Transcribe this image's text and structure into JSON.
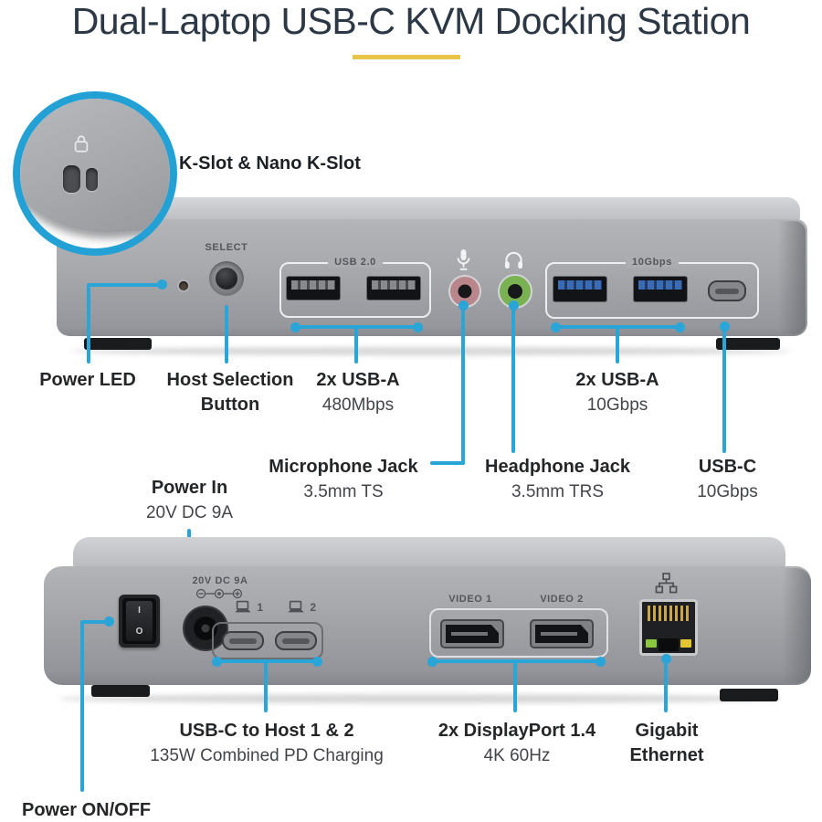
{
  "colors": {
    "callout": "#2aa5d8",
    "ring": "#23a1d5",
    "accent": "#e9c64a",
    "title": "#2c3845"
  },
  "header": {
    "title": "Dual-Laptop USB-C KVM Docking Station"
  },
  "kslot_callout": {
    "label": "K-Slot & Nano K-Slot"
  },
  "front_view": {
    "printed_labels": {
      "select": "SELECT",
      "usb2_group": "USB 2.0",
      "usb10g_group": "10Gbps"
    },
    "callouts": {
      "power_led": {
        "title": "Power LED"
      },
      "host_selection": {
        "title_line1": "Host Selection",
        "title_line2": "Button"
      },
      "usb_a_480": {
        "title": "2x USB-A",
        "subtitle": "480Mbps"
      },
      "microphone": {
        "title": "Microphone Jack",
        "subtitle": "3.5mm TS"
      },
      "headphone": {
        "title": "Headphone Jack",
        "subtitle": "3.5mm TRS"
      },
      "usb_a_10g": {
        "title": "2x USB-A",
        "subtitle": "10Gbps"
      },
      "usb_c": {
        "title": "USB-C",
        "subtitle": "10Gbps"
      }
    }
  },
  "rear_view": {
    "printed_labels": {
      "power": "20V DC 9A",
      "video1": "VIDEO 1",
      "video2": "VIDEO 2",
      "host1": "1",
      "host2": "2",
      "switch_on": "I",
      "switch_off": "O"
    },
    "callouts": {
      "power_in": {
        "title": "Power In",
        "subtitle": "20V DC 9A"
      },
      "power_switch": {
        "title": "Power ON/OFF"
      },
      "usb_c_host": {
        "title": "USB-C to Host 1 & 2",
        "subtitle": "135W Combined PD Charging"
      },
      "displayport": {
        "title": "2x DisplayPort 1.4",
        "subtitle": "4K 60Hz"
      },
      "ethernet": {
        "title_line1": "Gigabit",
        "title_line2": "Ethernet"
      }
    }
  }
}
